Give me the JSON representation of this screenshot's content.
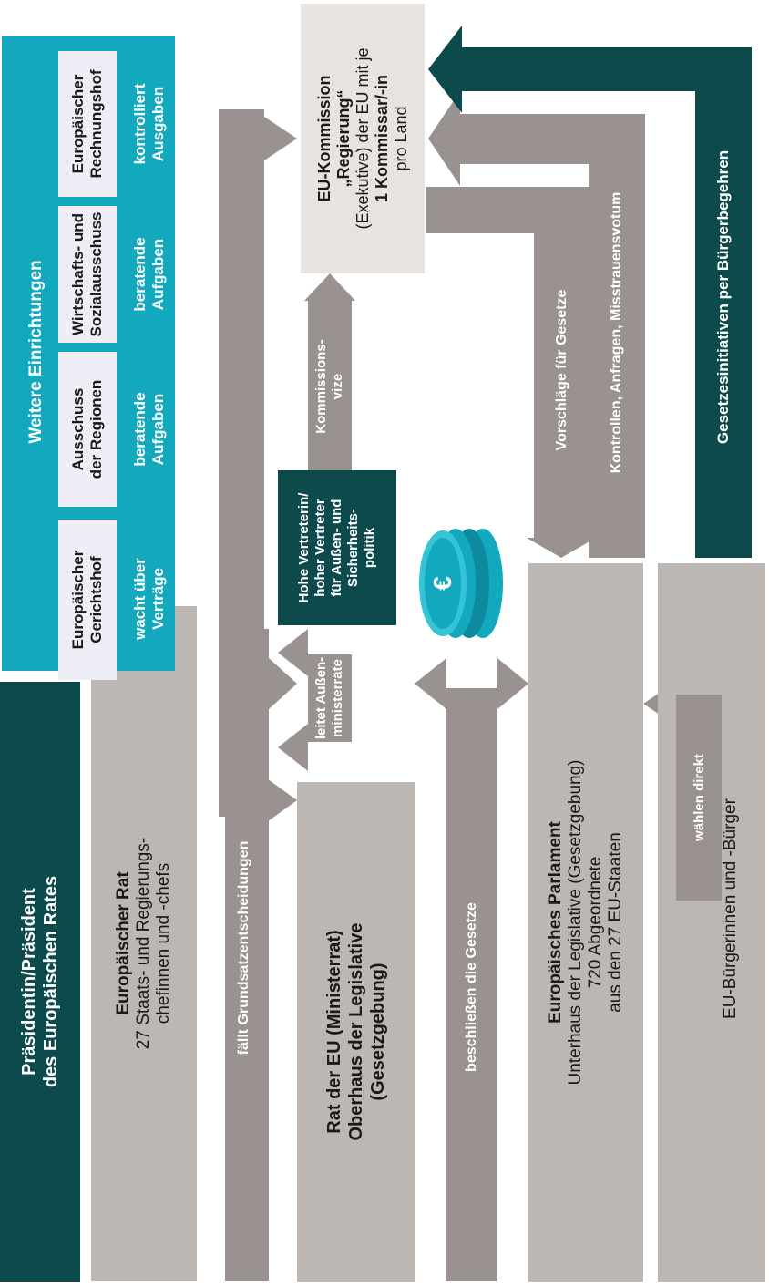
{
  "colors": {
    "dark_teal": "#0d4a4c",
    "cyan": "#12a9bf",
    "grey": "#bdb7b3",
    "arrow_grey": "#999291",
    "light_grey": "#e6e3e1",
    "pale_box": "#eeeef6"
  },
  "president": {
    "line1": "Präsidentin/Präsident",
    "line2": "des Europäischen Rates"
  },
  "european_council": {
    "title": "Europäischer Rat",
    "line1": "27 Staats- und Regierungs-",
    "line2": "chefinnen und -chefs"
  },
  "arrows": {
    "grundsatz": "fällt Grundsatzentscheidungen",
    "beschliessen": "beschließen die Gesetze",
    "vorschlaege_left": "Vorschläge für Gesetze",
    "vorschlaege_right": "Vorschläge für Gesetze",
    "kontrollen": "Kontrollen, Anfragen, Misstrauensvotum",
    "buergerbegehren": "Gesetzesinitiativen per Bürgerbegehren",
    "waehlen": "wählen direkt",
    "leitet_line1": "leitet Außen-",
    "leitet_line2": "ministerräte",
    "vize_line1": "Kommissions-",
    "vize_line2": "vize"
  },
  "council_eu": {
    "line1": "Rat der EU (Ministerrat)",
    "line2": "Oberhaus der Legislative",
    "line3": "(Gesetzgebung)"
  },
  "parliament": {
    "title": "Europäisches Parlament",
    "line1": "Unterhaus der Legislative (Gesetzgebung)",
    "line2": "720 Abgeordnete",
    "line3": "aus den 27 EU-Staaten"
  },
  "citizens": {
    "label": "EU-Bürgerinnen und -Bürger"
  },
  "high_rep": {
    "line1": "Hohe Vertreterin/",
    "line2": "hoher Vertreter",
    "line3": "für Außen- und",
    "line4": "Sicherheits-",
    "line5": "politik"
  },
  "commission": {
    "title": "EU-Kommission",
    "sub": "„Regierung“",
    "line1": "(Exekutive) der EU mit je",
    "line2": "1 Kommissar/-in",
    "line3": "pro Land"
  },
  "further": {
    "heading": "Weitere Einrichtungen",
    "items": [
      {
        "name1": "Europäischer",
        "name2": "Gerichtshof",
        "task1": "wacht über",
        "task2": "Verträge"
      },
      {
        "name1": "Ausschuss",
        "name2": "der Regionen",
        "task1": "beratende",
        "task2": "Aufgaben"
      },
      {
        "name1": "Wirtschafts- und",
        "name2": "Sozialausschuss",
        "task1": "beratende",
        "task2": "Aufgaben"
      },
      {
        "name1": "Europäischer",
        "name2": "Rechnungshof",
        "task1": "kontrolliert",
        "task2": "Ausgaben"
      }
    ]
  },
  "euro_symbol": "€"
}
